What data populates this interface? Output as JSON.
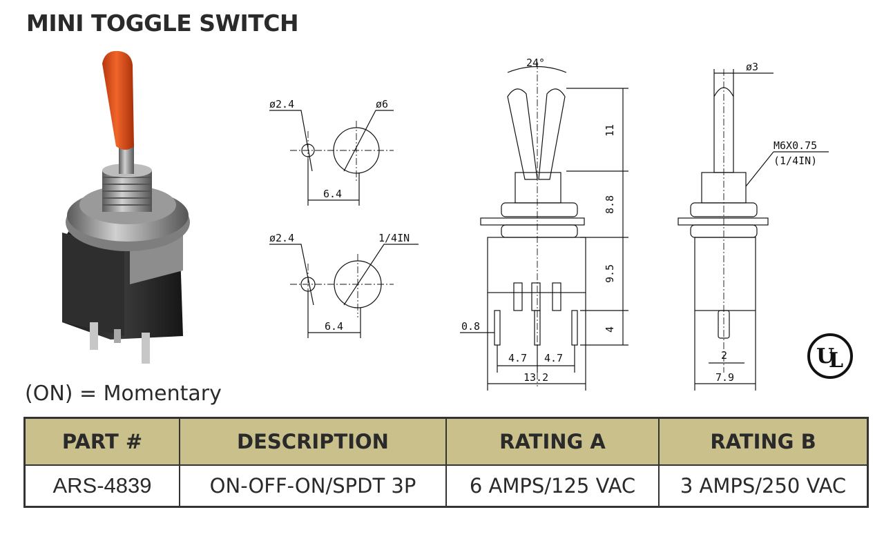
{
  "title": "MINI TOGGLE SWITCH",
  "note": "(ON) = Momentary",
  "drawing_labels": {
    "hole1_small": "ø2.4",
    "hole1_large": "ø6",
    "hole1_spacing": "6.4",
    "hole2_small": "ø2.4",
    "hole2_large": "1/4IN",
    "hole2_spacing": "6.4",
    "angle": "24°",
    "dim_11": "11",
    "dim_8_8": "8.8",
    "dim_9_5": "9.5",
    "dim_4": "4",
    "dim_0_8": "0.8",
    "dim_4_7a": "4.7",
    "dim_4_7b": "4.7",
    "dim_13_2": "13.2",
    "diam_3": "ø3",
    "thread": "M6X0.75",
    "thread_in": "(1/4IN)",
    "dim_2": "2",
    "dim_7_9": "7.9"
  },
  "ul_logo_text": "UL",
  "table": {
    "headers": [
      "PART #",
      "DESCRIPTION",
      "RATING A",
      "RATING B"
    ],
    "rows": [
      [
        "ARS-4839",
        "ON-OFF-ON/SPDT 3P",
        "6 AMPS/125 VAC",
        "3 AMPS/250 VAC"
      ]
    ]
  },
  "colors": {
    "header_bg": "#c9c08c",
    "lever": "#e0531c",
    "body": "#2b2b2b",
    "metal": "#9a9a9a"
  }
}
